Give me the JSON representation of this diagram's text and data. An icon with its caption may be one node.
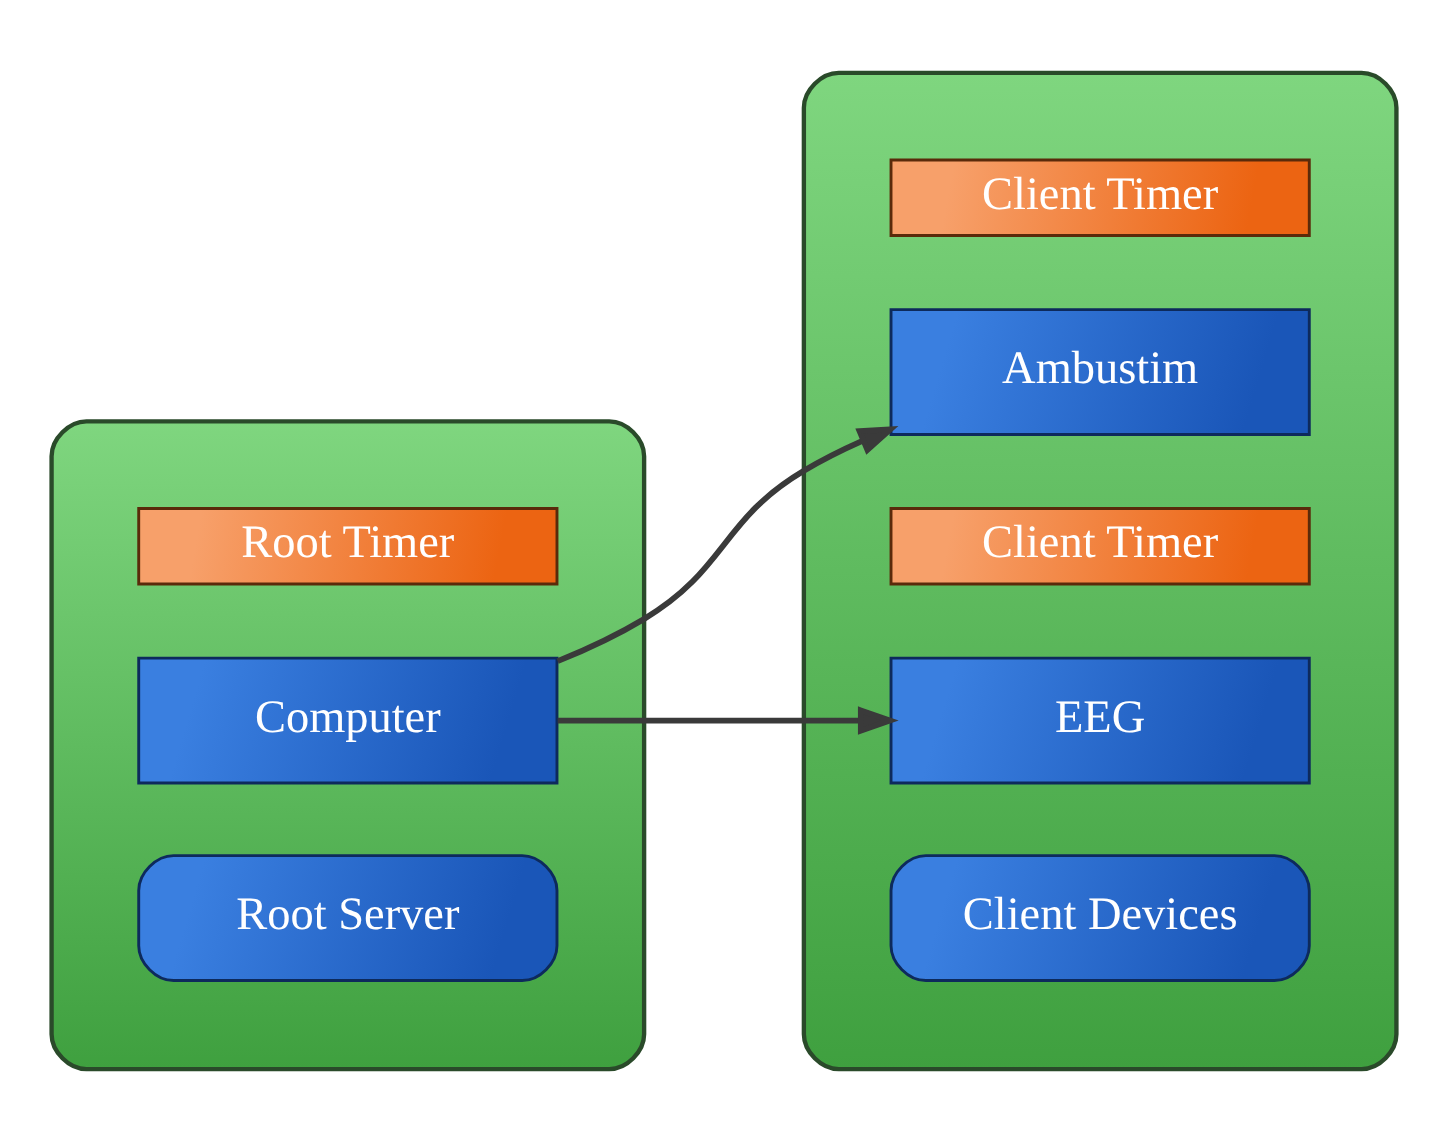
{
  "diagram": {
    "nodes": [
      {
        "text": [],
        "shape": "box"
      },
      {
        "text": [
          "Root Server"
        ],
        "in": 0
      },
      {
        "text": [
          "Computer"
        ],
        "in": 0
      },
      {
        "text": [
          "Root Timer"
        ],
        "in": 0
      },
      {
        "text": [],
        "shape": "box"
      },
      {
        "text": [
          "Client Devices"
        ],
        "in": 4
      },
      {
        "text": [
          "EEG"
        ],
        "in": 4
      },
      {
        "text": [
          "Client Timer"
        ],
        "in": 4
      },
      {
        "text": [
          "Ambustim"
        ],
        "in": 4
      },
      {
        "text": [
          "Client Timer"
        ],
        "in": 4
      }
    ],
    "edges": [
      {
        "from": 2,
        "to": 6,
        "arrow": "to"
      },
      {
        "from": 2,
        "to": 8,
        "arrow": "to"
      }
    ]
  }
}
